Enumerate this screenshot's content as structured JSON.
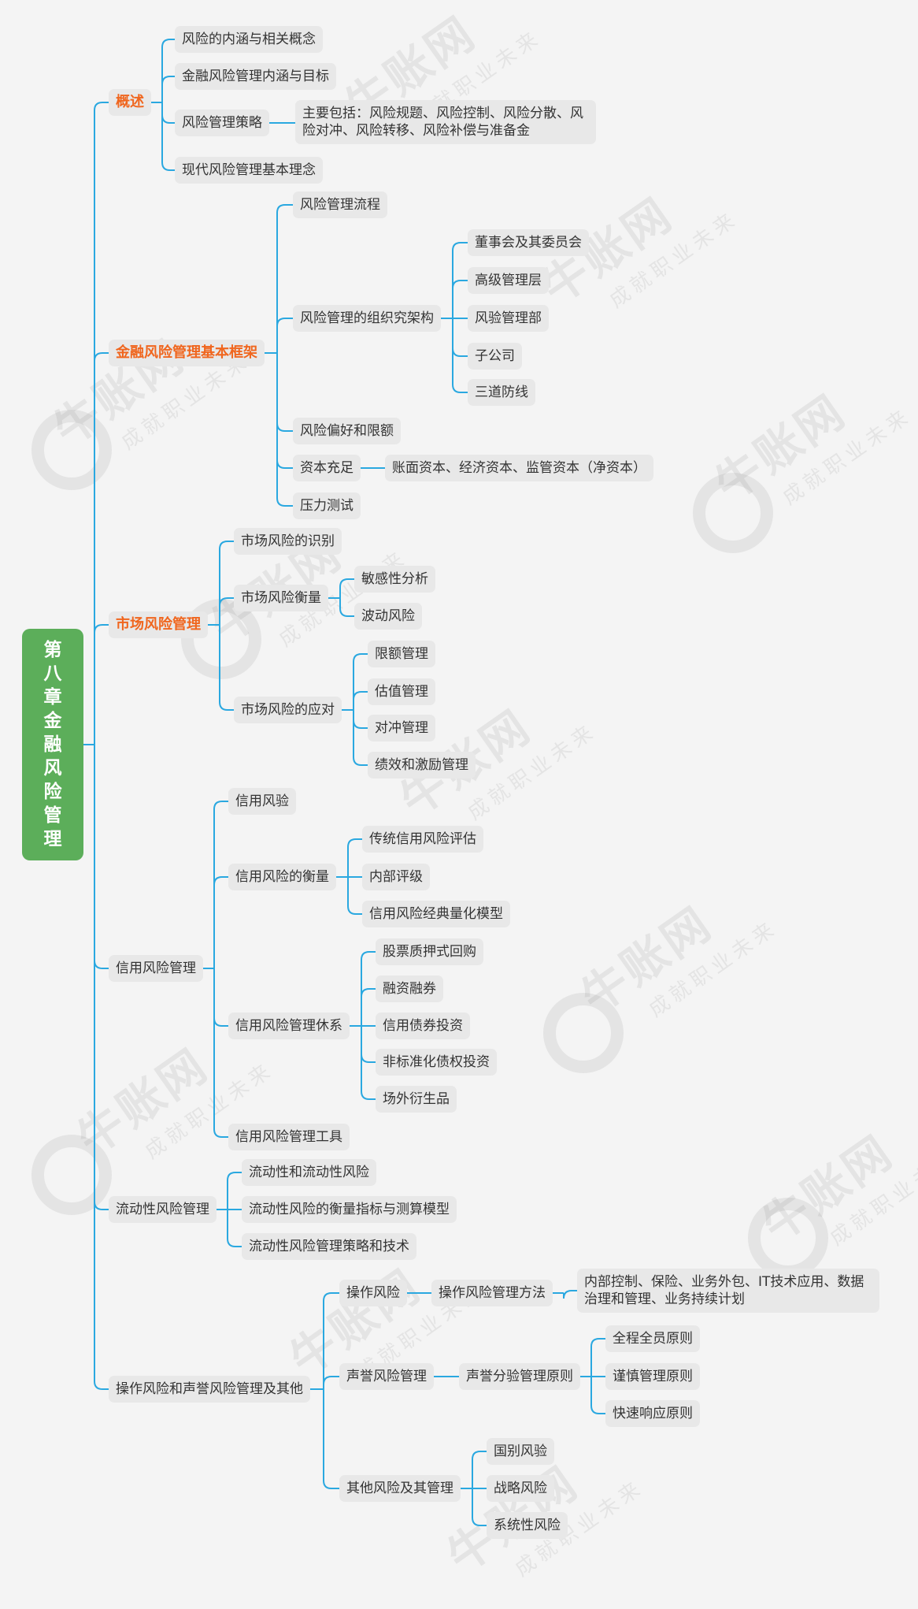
{
  "root": {
    "title": "第八章金融风险管理"
  },
  "watermark": {
    "brand": "牛账网",
    "slogan": "成就职业未来"
  },
  "colors": {
    "line": "#2aa8e0",
    "root": "#5cae5a",
    "accent": "#f0661e",
    "node": "#e8e8e8"
  },
  "nodes": {
    "b1": "概述",
    "b1_1": "风险的内涵与相关概念",
    "b1_2": "金融风险管理内涵与目标",
    "b1_3": "风险管理策略",
    "b1_3_1": "主要包括：风险规题、风险控制、风险分散、风险对冲、风险转移、风险补偿与准备金",
    "b1_4": "现代风险管理基本理念",
    "b2": "金融风险管理基本框架",
    "b2_1": "风险管理流程",
    "b2_2": "风险管理的组织究架构",
    "b2_2_1": "董事会及其委员会",
    "b2_2_2": "高级管理层",
    "b2_2_3": "风验管理部",
    "b2_2_4": "子公司",
    "b2_2_5": "三道防线",
    "b2_3": "风险偏好和限额",
    "b2_4": "资本充足",
    "b2_4_1": "账面资本、经济资本、监管资本（净资本）",
    "b2_5": "压力测试",
    "b3": "市场风险管理",
    "b3_1": "市场风险的识别",
    "b3_2": "市场风险衡量",
    "b3_2_1": "敏感性分析",
    "b3_2_2": "波动风险",
    "b3_3": "市场风险的应对",
    "b3_3_1": "限额管理",
    "b3_3_2": "估值管理",
    "b3_3_3": "对冲管理",
    "b3_3_4": "绩效和激励管理",
    "b4": "信用风险管理",
    "b4_1": "信用风验",
    "b4_2": "信用风险的衡量",
    "b4_2_1": "传统信用风险评估",
    "b4_2_2": "内部评级",
    "b4_2_3": "信用风险经典量化模型",
    "b4_3": "信用风险管理休系",
    "b4_3_1": "股票质押式回购",
    "b4_3_2": "融资融券",
    "b4_3_3": "信用债券投资",
    "b4_3_4": "非标准化债权投资",
    "b4_3_5": "场外衍生品",
    "b4_4": "信用风险管理工具",
    "b5": "流动性风险管理",
    "b5_1": "流动性和流动性风险",
    "b5_2": "流动性风险的衡量指标与测算模型",
    "b5_3": "流动性风险管理策略和技术",
    "b6": "操作风险和声誉风险管理及其他",
    "b6_1": "操作风险",
    "b6_1_1": "操作风险管理方法",
    "b6_1_1_1": "内部控制、保险、业务外包、IT技术应用、数据治理和管理、业务持续计划",
    "b6_2": "声誉风险管理",
    "b6_2_1": "声誉分验管理原则",
    "b6_2_1_1": "全程全员原则",
    "b6_2_1_2": "谨慎管理原则",
    "b6_2_1_3": "快速响应原则",
    "b6_3": "其他风险及其管理",
    "b6_3_1": "国别风验",
    "b6_3_2": "战略风险",
    "b6_3_3": "系统性风险"
  }
}
